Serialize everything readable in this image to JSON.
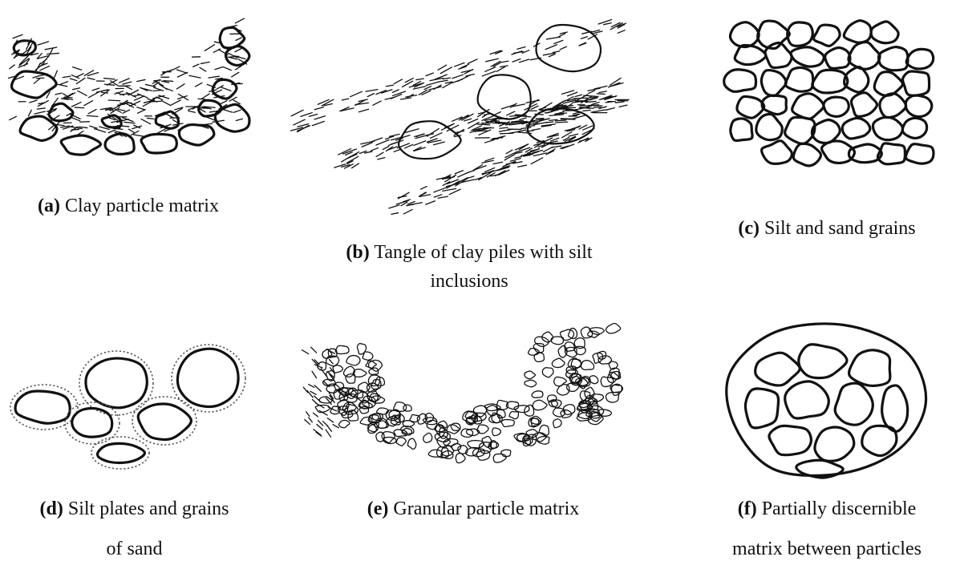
{
  "panels": [
    {
      "letter": "(a)",
      "text": "Clay particle matrix"
    },
    {
      "letter": "(b)",
      "text": "Tangle of clay piles with silt",
      "text2": "inclusions"
    },
    {
      "letter": "(c)",
      "text": "Silt and sand grains"
    },
    {
      "letter": "(d)",
      "text": "Silt plates and grains",
      "text2": "of sand"
    },
    {
      "letter": "(e)",
      "text": "Granular particle matrix"
    },
    {
      "letter": "(f)",
      "text": "Partially discernible",
      "text2": "matrix between particles"
    }
  ]
}
